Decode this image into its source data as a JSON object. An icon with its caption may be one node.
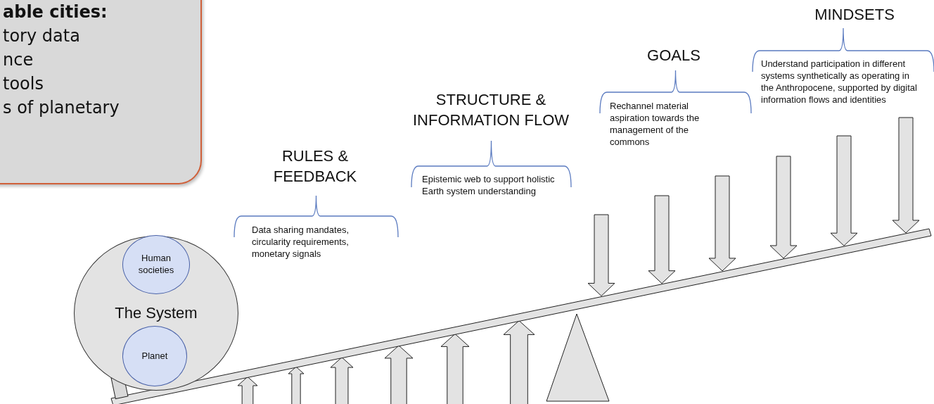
{
  "diagram": {
    "nodes": [
      {
        "text": [
          "able cities:",
          "tory data",
          "nce",
          "tools",
          "s of planetary"
        ]
      },
      {
        "text": [
          "The System"
        ]
      },
      {
        "text": [
          "Human societies"
        ],
        "in": 1
      },
      {
        "text": [
          "Planet"
        ],
        "in": 1
      }
    ],
    "labels": [
      "MINDSETS",
      "GOALS",
      "Understand participation in different systems synthetically as operating in the Anthropocene, supported by digital information flows and identities",
      "STRUCTURE & INFORMATION FLOW",
      "Rechannel material aspiration towards the management of the commons",
      "RULES & FEEDBACK",
      "Epistemic web to support holistic Earth system understanding",
      "Data sharing mandates, circularity requirements, monetary signals"
    ]
  }
}
